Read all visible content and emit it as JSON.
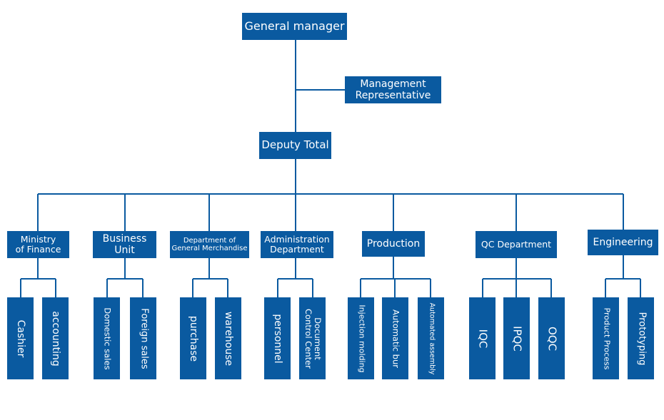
{
  "top": {
    "general_manager": "General manager",
    "management_rep_line1": "Management",
    "management_rep_line2": "Representative",
    "deputy": "Deputy Total"
  },
  "departments": [
    {
      "name_line1": "Ministry",
      "name_line2": "of Finance",
      "children": [
        "Cashier",
        "accounting"
      ]
    },
    {
      "name_line1": "Business",
      "name_line2": "Unit",
      "children": [
        "Domestic sales",
        "Foreign sales"
      ]
    },
    {
      "name_line1": "Department of",
      "name_line2": "General Merchandise",
      "children": [
        "purchase",
        "warehouse"
      ]
    },
    {
      "name_line1": "Administration",
      "name_line2": "Department",
      "children": [
        "personnel",
        "Document",
        "Control Center"
      ]
    },
    {
      "name_line1": "Production",
      "name_line2": "",
      "children": [
        "Injection molding",
        "Automatic bur",
        "Automated assembly"
      ]
    },
    {
      "name_line1": "QC Department",
      "name_line2": "",
      "children": [
        "IQC",
        "IPQC",
        "OQC"
      ]
    },
    {
      "name_line1": "Engineering",
      "name_line2": "",
      "children": [
        "Product Process",
        "Prototyping"
      ]
    }
  ],
  "colors": {
    "box": "#0a5aa0",
    "line": "#0a5aa0",
    "text": "#ffffff"
  }
}
